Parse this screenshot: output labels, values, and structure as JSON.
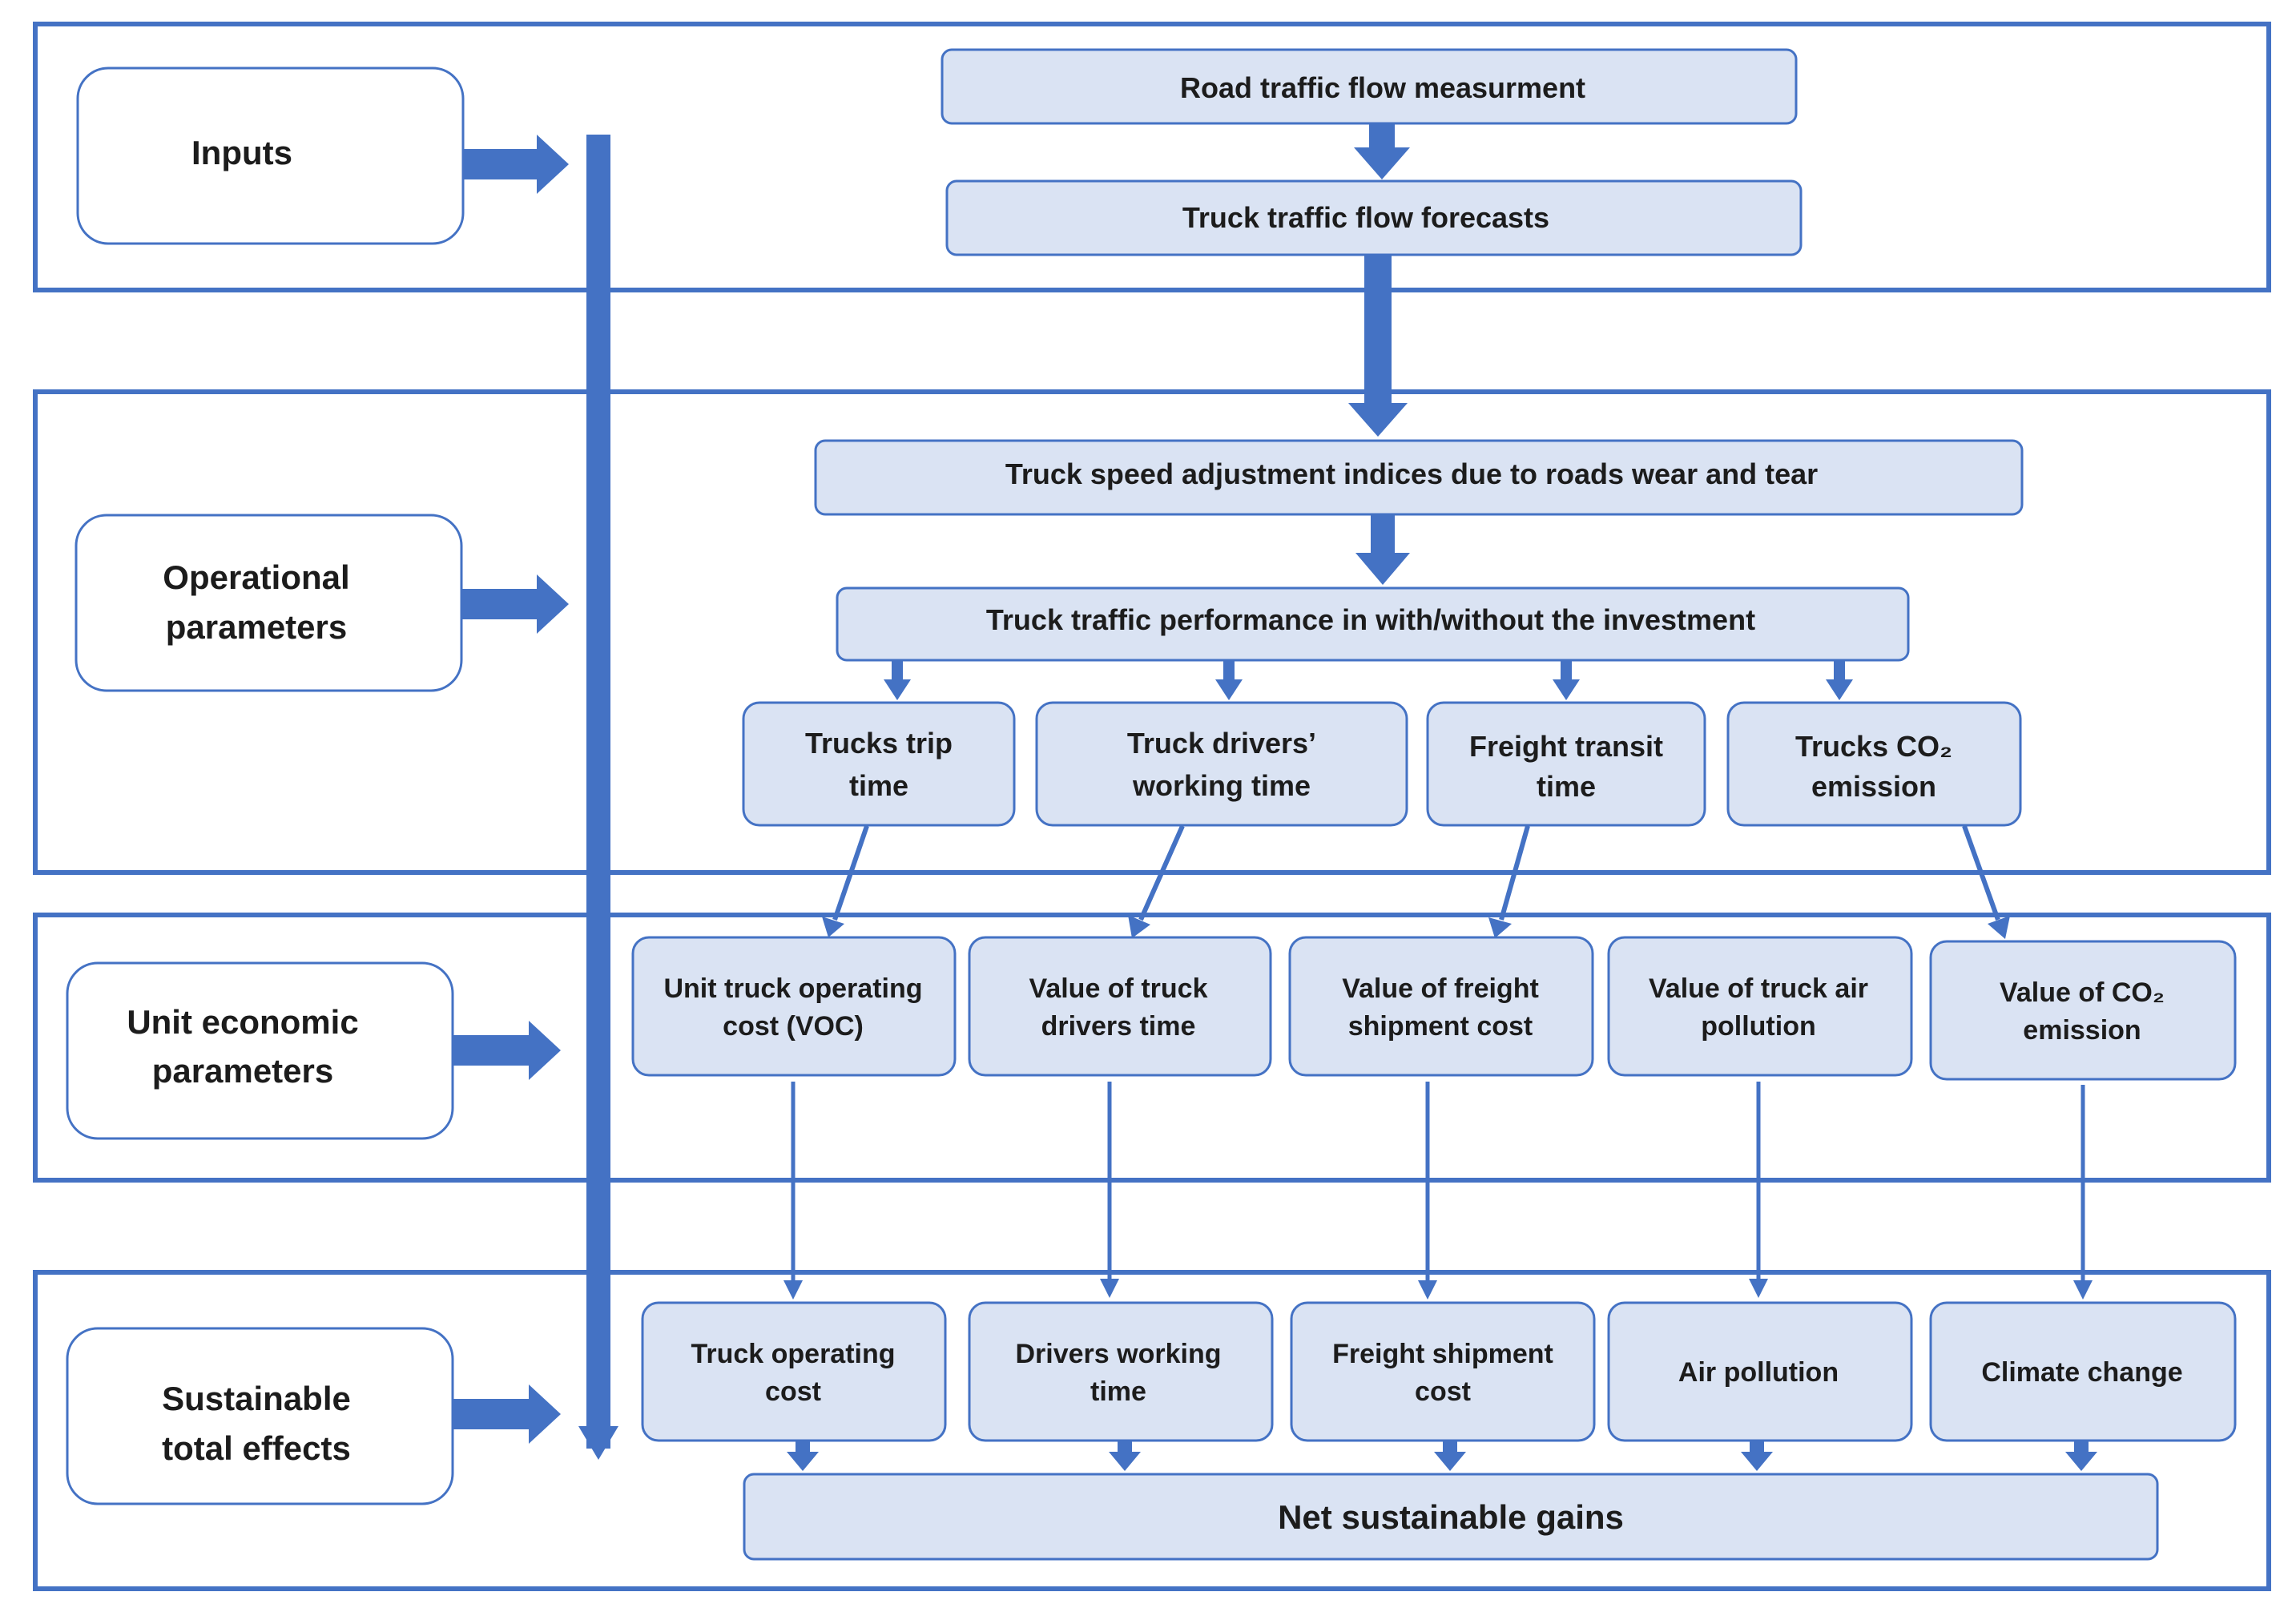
{
  "colors": {
    "frame": "#4472c4",
    "arrow": "#4472c4",
    "box_fill": "#dae3f3",
    "box_stroke": "#4472c4",
    "label_box_fill": "#ffffff",
    "text": "#1c1c1c"
  },
  "sections": {
    "inputs": "Inputs",
    "operational": [
      "Operational",
      "parameters"
    ],
    "unit_economic": [
      "Unit economic",
      "parameters"
    ],
    "sustainable": [
      "Sustainable",
      "total effects"
    ]
  },
  "inputs": {
    "road_traffic": "Road traffic flow measurment",
    "truck_forecasts": "Truck traffic flow forecasts"
  },
  "operational": {
    "speed_adjustment": "Truck speed adjustment indices due to roads wear and tear",
    "performance": "Truck traffic performance in with/without the investment",
    "trip_time": [
      "Trucks trip",
      "time"
    ],
    "drivers_time": [
      "Truck drivers’",
      "working time"
    ],
    "transit_time": [
      "Freight transit",
      "time"
    ],
    "co2_emission": [
      "Trucks CO₂",
      "emission"
    ]
  },
  "unit_economic": {
    "voc": [
      "Unit truck operating",
      "cost (VOC)"
    ],
    "drivers_value": [
      "Value of truck",
      "drivers time"
    ],
    "freight_value": [
      "Value of freight",
      "shipment cost"
    ],
    "air_value": [
      "Value of truck air",
      "pollution"
    ],
    "co2_value": [
      "Value of CO₂",
      "emission"
    ]
  },
  "effects": {
    "operating_cost": [
      "Truck operating",
      "cost"
    ],
    "drivers_working": [
      "Drivers working",
      "time"
    ],
    "freight_shipment": [
      "Freight shipment",
      "cost"
    ],
    "air_pollution": "Air pollution",
    "climate_change": "Climate change"
  },
  "net_gains": "Net sustainable gains"
}
